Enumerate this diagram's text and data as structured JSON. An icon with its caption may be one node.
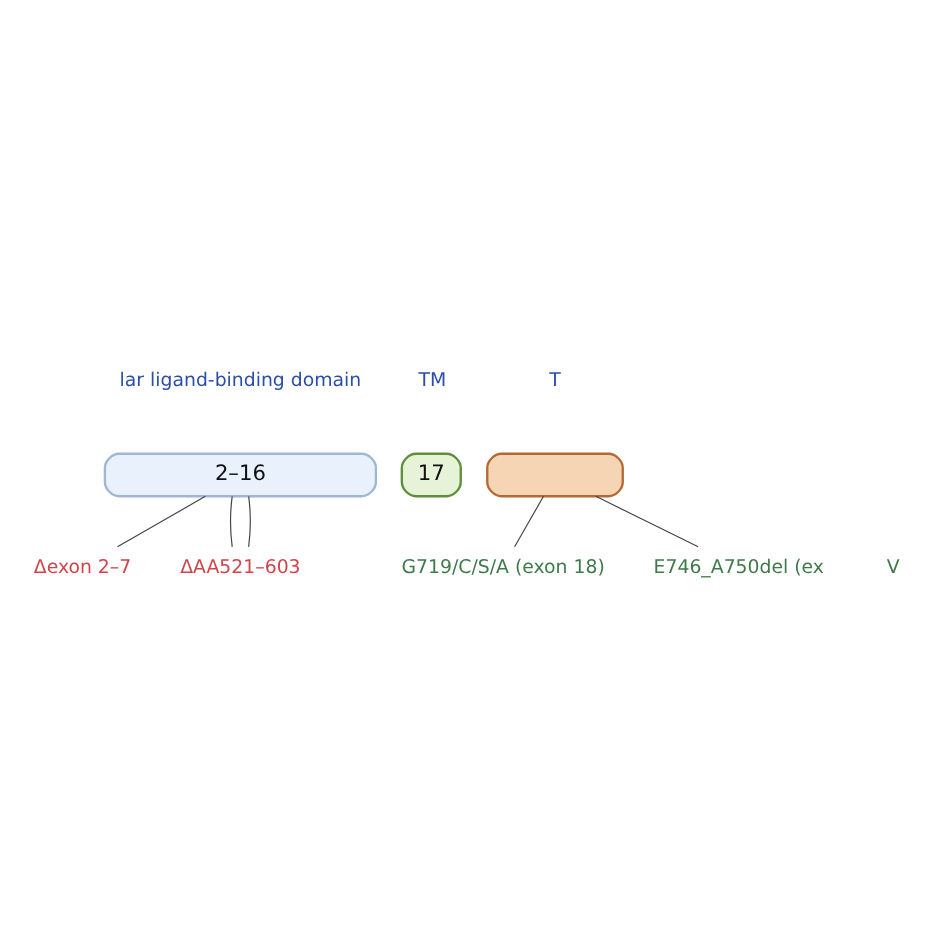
{
  "diagram": {
    "nodes": [
      {
        "text": [
          "2–16"
        ]
      },
      {
        "text": [
          "17"
        ]
      },
      {
        "text": [],
        "shape": "box"
      },
      {
        "text": [
          "Δexon 2–7"
        ]
      },
      {
        "text": [
          "ΔAA521–603"
        ]
      },
      {
        "text": [
          "G719/C/S/A (exon 18)"
        ]
      },
      {
        "text": [
          "E746_A750del (ex"
        ]
      }
    ],
    "edges": [
      {
        "from": 3,
        "to": 0,
        "arrow": "none"
      },
      {
        "from": 4,
        "to": 0,
        "arrow": "none"
      },
      {
        "from": 4,
        "to": 0,
        "arrow": "none"
      },
      {
        "from": 5,
        "to": 2,
        "arrow": "none"
      },
      {
        "from": 6,
        "to": 2,
        "arrow": "none"
      }
    ],
    "labels": [
      "lar ligand-binding domain",
      "TM",
      "T",
      "V"
    ]
  }
}
